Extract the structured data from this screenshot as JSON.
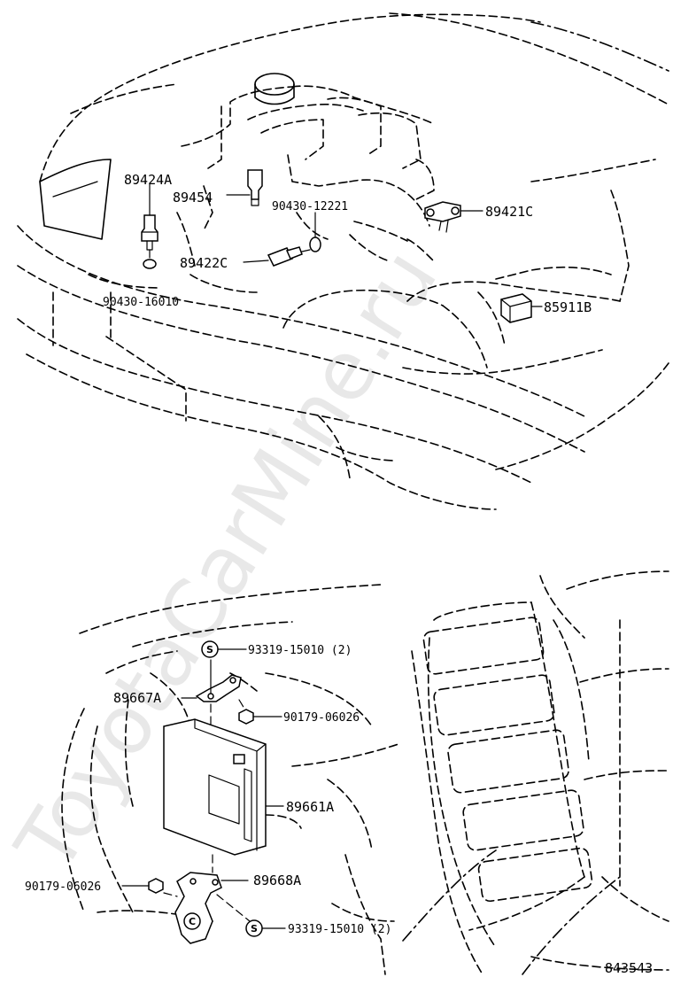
{
  "watermark": "ToyotaCarMine.ru",
  "diagram_number": "843543",
  "symbol_s": "S",
  "symbol_c": "C",
  "parts": {
    "p89424A": "89424A",
    "p89454": "89454",
    "p90430_12221": "90430-12221",
    "p89421C": "89421C",
    "p89422C": "89422C",
    "p90430_16010": "90430-16010",
    "p85911B": "85911B",
    "p93319_top": "93319-15010 (2)",
    "p89667A": "89667A",
    "p90179_right": "90179-06026",
    "p89661A": "89661A",
    "p90179_left": "90179-06026",
    "p89668A": "89668A",
    "p93319_bottom": "93319-15010 (2)"
  }
}
